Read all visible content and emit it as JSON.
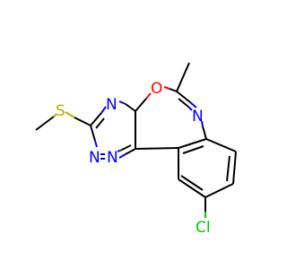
{
  "molecule": {
    "atoms": {
      "N_triazine_top": "N",
      "N_triazine_left": "N",
      "N_triazine_bottom": "N",
      "O_ring": "O",
      "N_ring": "N",
      "S_thioether": "S",
      "Cl_substituent": "Cl"
    },
    "colors": {
      "bond": "#000000",
      "nitrogen": "#0000ff",
      "oxygen": "#ff0000",
      "sulfur": "#b2b200",
      "chlorine": "#00cc00"
    }
  }
}
